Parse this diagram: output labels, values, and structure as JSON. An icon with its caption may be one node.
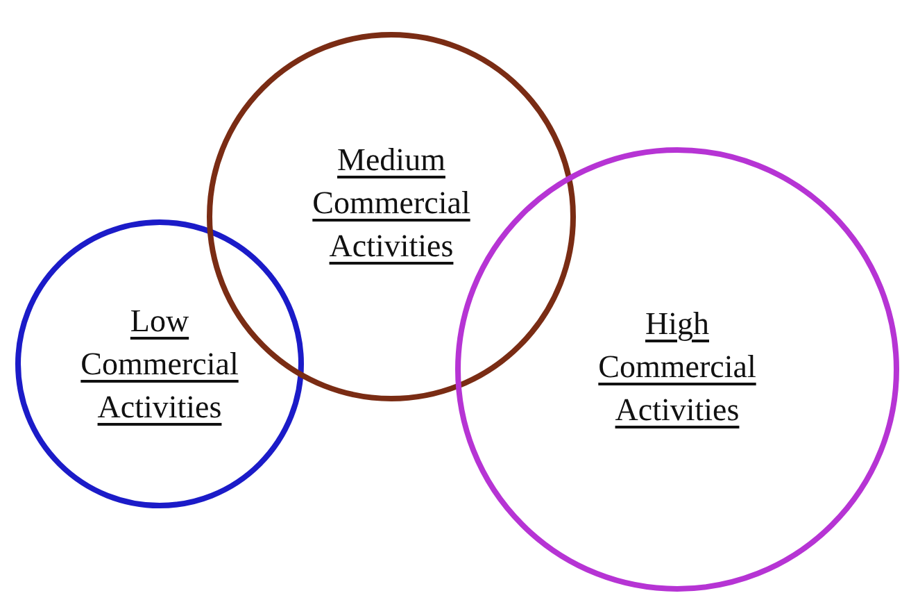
{
  "diagram": {
    "nodes": [
      {
        "text": [
          "Low Commercial Activities"
        ]
      },
      {
        "text": [
          "Medium Commercial Activities"
        ]
      },
      {
        "text": [
          "High Commercial Activities"
        ]
      }
    ],
    "edges": []
  }
}
